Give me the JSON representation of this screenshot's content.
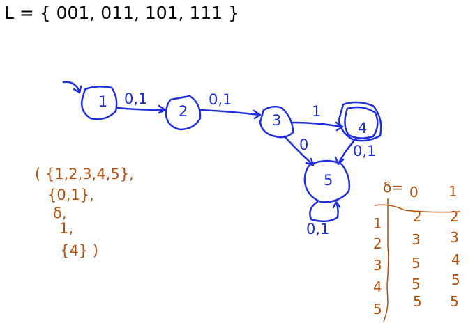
{
  "language": {
    "text": "L = { 001, 011, 101, 111 }"
  },
  "colors": {
    "diagram": "#1f2fe0",
    "definition": "#b4500c",
    "text": "#000000"
  },
  "dfa": {
    "states": [
      {
        "id": "1",
        "label": "1",
        "start": true,
        "accept": false
      },
      {
        "id": "2",
        "label": "2",
        "start": false,
        "accept": false
      },
      {
        "id": "3",
        "label": "3",
        "start": false,
        "accept": false
      },
      {
        "id": "4",
        "label": "4",
        "start": false,
        "accept": true
      },
      {
        "id": "5",
        "label": "5",
        "start": false,
        "accept": false
      }
    ],
    "transitions": [
      {
        "from": "1",
        "to": "2",
        "label": "0,1"
      },
      {
        "from": "2",
        "to": "3",
        "label": "0,1"
      },
      {
        "from": "3",
        "to": "4",
        "label": "1"
      },
      {
        "from": "3",
        "to": "5",
        "label": "0"
      },
      {
        "from": "4",
        "to": "5",
        "label": "0,1"
      },
      {
        "from": "5",
        "to": "5",
        "label": "0,1"
      }
    ]
  },
  "tuple": {
    "lines": [
      "( {1,2,3,4,5},",
      "{0,1},",
      "δ,",
      "1,",
      "{4} )"
    ]
  },
  "delta_table": {
    "title": "δ=",
    "columns": [
      "0",
      "1"
    ],
    "rows": [
      {
        "state": "1",
        "on0": "2",
        "on1": "2"
      },
      {
        "state": "2",
        "on0": "3",
        "on1": "3"
      },
      {
        "state": "3",
        "on0": "5",
        "on1": "4"
      },
      {
        "state": "4",
        "on0": "5",
        "on1": "5"
      },
      {
        "state": "5",
        "on0": "5",
        "on1": "5"
      }
    ]
  }
}
